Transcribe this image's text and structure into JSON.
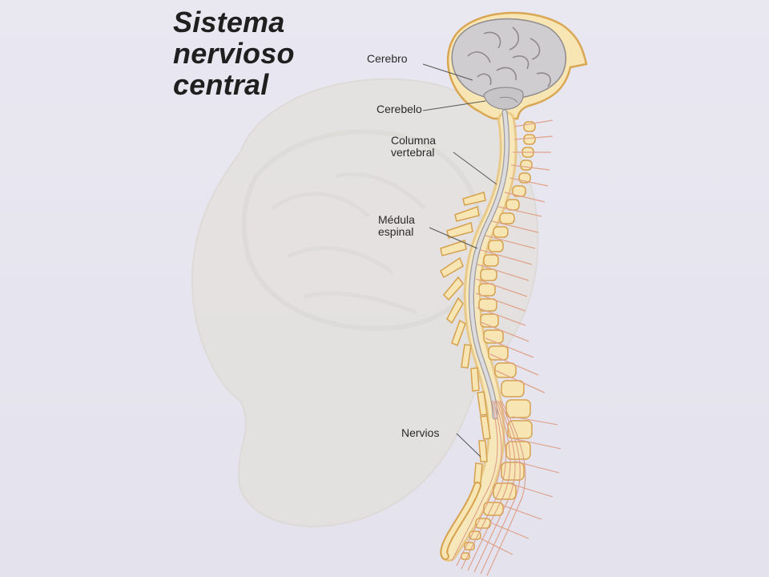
{
  "title": {
    "line1": "Sistema",
    "line2": "nervioso",
    "line3": "central"
  },
  "labels": {
    "cerebro": "Cerebro",
    "cerebelo": "Cerebelo",
    "columna_1": "Columna",
    "columna_2": "vertebral",
    "medula_1": "Médula",
    "medula_2": "espinal",
    "nervios": "Nervios"
  },
  "colors": {
    "background": "#e8e6ef",
    "bone": "#f6e7b8",
    "bone_outline": "#d7a44f",
    "brain": "#c9c7c9",
    "cord": "#d9d8da",
    "nerve": "#e0a48c",
    "head_watermark": "#dcd9d0"
  }
}
